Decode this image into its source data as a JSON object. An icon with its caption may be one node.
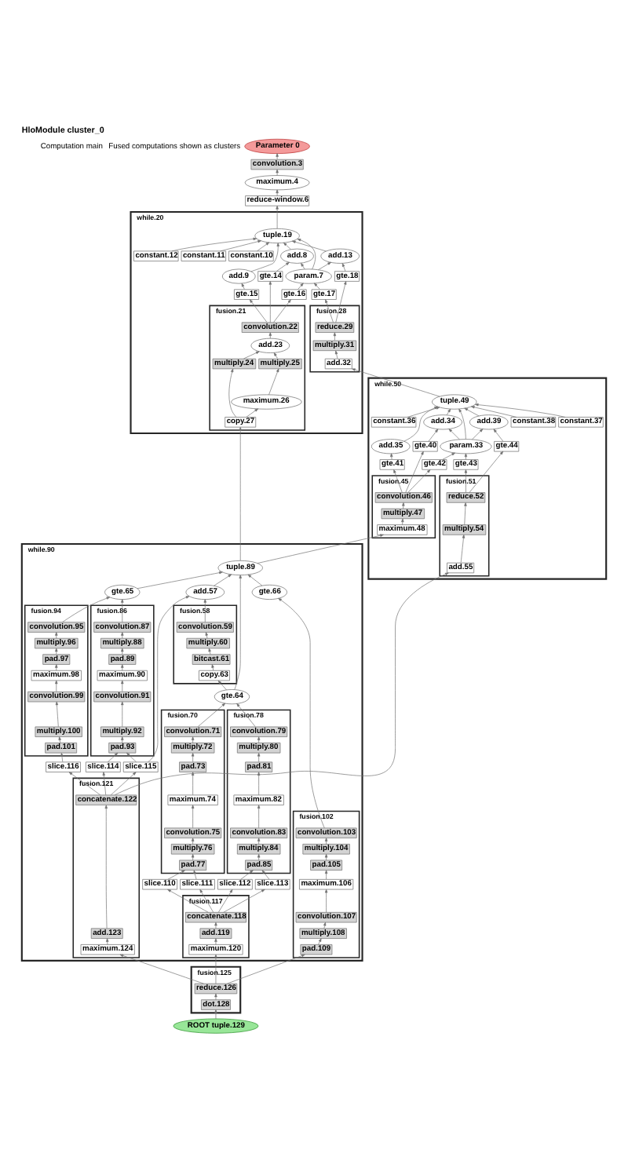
{
  "diagram": {
    "title": "HloModule cluster_0",
    "labels": [
      "Computation main",
      "Fused computations shown as clusters"
    ],
    "nodes": [
      {
        "text": [
          "Parameter 0"
        ]
      },
      {
        "text": [
          "convolution.3"
        ]
      },
      {
        "text": [
          "maximum.4"
        ]
      },
      {
        "text": [
          "reduce-window.6"
        ]
      },
      {
        "text": [
          "while.20"
        ]
      },
      {
        "text": [
          "tuple.19"
        ],
        "in": 4
      },
      {
        "text": [
          "add.8"
        ],
        "in": 4
      },
      {
        "text": [
          "add.9"
        ],
        "in": 4
      },
      {
        "text": [
          "constant.10"
        ],
        "in": 4
      },
      {
        "text": [
          "constant.11"
        ],
        "in": 4
      },
      {
        "text": [
          "constant.12"
        ],
        "in": 4
      },
      {
        "text": [
          "add.13"
        ],
        "in": 4
      },
      {
        "text": [
          "param.7"
        ],
        "in": 4
      },
      {
        "text": [
          "gte.14"
        ],
        "in": 4
      },
      {
        "text": [
          "gte.15"
        ],
        "in": 4
      },
      {
        "text": [
          "gte.16"
        ],
        "in": 4
      },
      {
        "text": [
          "gte.17"
        ],
        "in": 4
      },
      {
        "text": [
          "gte.18"
        ],
        "in": 4
      },
      {
        "text": [
          "fusion.21"
        ],
        "in": 4
      },
      {
        "text": [
          "convolution.22"
        ],
        "in": 18
      },
      {
        "text": [
          "add.23"
        ],
        "in": 18
      },
      {
        "text": [
          "multiply.24"
        ],
        "in": 18
      },
      {
        "text": [
          "multiply.25"
        ],
        "in": 18
      },
      {
        "text": [
          "maximum.26"
        ],
        "in": 18
      },
      {
        "text": [
          "copy.27"
        ],
        "in": 18
      },
      {
        "text": [
          "fusion.28"
        ],
        "in": 4
      },
      {
        "text": [
          "reduce.29"
        ],
        "in": 25
      },
      {
        "text": [
          "multiply.31"
        ],
        "in": 25
      },
      {
        "text": [
          "add.32"
        ],
        "in": 25
      },
      {
        "text": [
          "while.50"
        ]
      },
      {
        "text": [
          "tuple.49"
        ],
        "in": 29
      },
      {
        "text": [
          "add.34"
        ],
        "in": 29
      },
      {
        "text": [
          "add.35"
        ],
        "in": 29
      },
      {
        "text": [
          "constant.36"
        ],
        "in": 29
      },
      {
        "text": [
          "constant.37"
        ],
        "in": 29
      },
      {
        "text": [
          "constant.38"
        ],
        "in": 29
      },
      {
        "text": [
          "add.39"
        ],
        "in": 29
      },
      {
        "text": [
          "param.33"
        ],
        "in": 29
      },
      {
        "text": [
          "gte.40"
        ],
        "in": 29
      },
      {
        "text": [
          "gte.41"
        ],
        "in": 29
      },
      {
        "text": [
          "gte.42"
        ],
        "in": 29
      },
      {
        "text": [
          "gte.43"
        ],
        "in": 29
      },
      {
        "text": [
          "gte.44"
        ],
        "in": 29
      },
      {
        "text": [
          "fusion.45"
        ],
        "in": 29
      },
      {
        "text": [
          "convolution.46"
        ],
        "in": 43
      },
      {
        "text": [
          "multiply.47"
        ],
        "in": 43
      },
      {
        "text": [
          "maximum.48"
        ],
        "in": 43
      },
      {
        "text": [
          "fusion.51"
        ],
        "in": 29
      },
      {
        "text": [
          "reduce.52"
        ],
        "in": 47
      },
      {
        "text": [
          "multiply.54"
        ],
        "in": 47
      },
      {
        "text": [
          "add.55"
        ],
        "in": 47
      },
      {
        "text": [
          "while.90"
        ]
      },
      {
        "text": [
          "tuple.89"
        ],
        "in": 51
      },
      {
        "text": [
          "add.57"
        ],
        "in": 51
      },
      {
        "text": [
          "fusion.58"
        ],
        "in": 51
      },
      {
        "text": [
          "convolution.59"
        ],
        "in": 54
      },
      {
        "text": [
          "multiply.60"
        ],
        "in": 54
      },
      {
        "text": [
          "bitcast.61"
        ],
        "in": 54
      },
      {
        "text": [
          "copy.63"
        ],
        "in": 54
      },
      {
        "text": [
          "gte.64"
        ],
        "in": 51
      },
      {
        "text": [
          "gte.65"
        ],
        "in": 51
      },
      {
        "text": [
          "gte.66"
        ],
        "in": 51
      },
      {
        "text": [
          "fusion.70"
        ],
        "in": 51
      },
      {
        "text": [
          "convolution.71"
        ],
        "in": 62
      },
      {
        "text": [
          "multiply.72"
        ],
        "in": 62
      },
      {
        "text": [
          "pad.73"
        ],
        "in": 62
      },
      {
        "text": [
          "maximum.74"
        ],
        "in": 62
      },
      {
        "text": [
          "convolution.75"
        ],
        "in": 62
      },
      {
        "text": [
          "multiply.76"
        ],
        "in": 62
      },
      {
        "text": [
          "pad.77"
        ],
        "in": 62
      },
      {
        "text": [
          "fusion.78"
        ],
        "in": 51
      },
      {
        "text": [
          "convolution.79"
        ],
        "in": 70
      },
      {
        "text": [
          "multiply.80"
        ],
        "in": 70
      },
      {
        "text": [
          "pad.81"
        ],
        "in": 70
      },
      {
        "text": [
          "maximum.82"
        ],
        "in": 70
      },
      {
        "text": [
          "convolution.83"
        ],
        "in": 70
      },
      {
        "text": [
          "multiply.84"
        ],
        "in": 70
      },
      {
        "text": [
          "pad.85"
        ],
        "in": 70
      },
      {
        "text": [
          "fusion.86"
        ],
        "in": 51
      },
      {
        "text": [
          "convolution.87"
        ],
        "in": 78
      },
      {
        "text": [
          "multiply.88"
        ],
        "in": 78
      },
      {
        "text": [
          "pad.89"
        ],
        "in": 78
      },
      {
        "text": [
          "maximum.90"
        ],
        "in": 78
      },
      {
        "text": [
          "convolution.91"
        ],
        "in": 78
      },
      {
        "text": [
          "multiply.92"
        ],
        "in": 78
      },
      {
        "text": [
          "pad.93"
        ],
        "in": 78
      },
      {
        "text": [
          "fusion.94"
        ],
        "in": 51
      },
      {
        "text": [
          "convolution.95"
        ],
        "in": 86
      },
      {
        "text": [
          "multiply.96"
        ],
        "in": 86
      },
      {
        "text": [
          "pad.97"
        ],
        "in": 86
      },
      {
        "text": [
          "maximum.98"
        ],
        "in": 86
      },
      {
        "text": [
          "convolution.99"
        ],
        "in": 86
      },
      {
        "text": [
          "multiply.100"
        ],
        "in": 86
      },
      {
        "text": [
          "pad.101"
        ],
        "in": 86
      },
      {
        "text": [
          "fusion.102"
        ],
        "in": 51
      },
      {
        "text": [
          "convolution.103"
        ],
        "in": 94
      },
      {
        "text": [
          "multiply.104"
        ],
        "in": 94
      },
      {
        "text": [
          "pad.105"
        ],
        "in": 94
      },
      {
        "text": [
          "maximum.106"
        ],
        "in": 94
      },
      {
        "text": [
          "convolution.107"
        ],
        "in": 94
      },
      {
        "text": [
          "multiply.108"
        ],
        "in": 94
      },
      {
        "text": [
          "pad.109"
        ],
        "in": 94
      },
      {
        "text": [
          "slice.110"
        ],
        "in": 51
      },
      {
        "text": [
          "slice.111"
        ],
        "in": 51
      },
      {
        "text": [
          "slice.112"
        ],
        "in": 51
      },
      {
        "text": [
          "slice.113"
        ],
        "in": 51
      },
      {
        "text": [
          "slice.114"
        ],
        "in": 51
      },
      {
        "text": [
          "slice.115"
        ],
        "in": 51
      },
      {
        "text": [
          "slice.116"
        ],
        "in": 51
      },
      {
        "text": [
          "fusion.117"
        ],
        "in": 51
      },
      {
        "text": [
          "concatenate.118"
        ],
        "in": 109
      },
      {
        "text": [
          "add.119"
        ],
        "in": 109
      },
      {
        "text": [
          "maximum.120"
        ],
        "in": 109
      },
      {
        "text": [
          "fusion.121"
        ],
        "in": 51
      },
      {
        "text": [
          "concatenate.122"
        ],
        "in": 113
      },
      {
        "text": [
          "add.123"
        ],
        "in": 113
      },
      {
        "text": [
          "maximum.124"
        ],
        "in": 113
      },
      {
        "text": [
          "fusion.125"
        ]
      },
      {
        "text": [
          "reduce.126"
        ],
        "in": 117
      },
      {
        "text": [
          "dot.128"
        ],
        "in": 117
      },
      {
        "text": [
          "ROOT tuple.129"
        ]
      }
    ],
    "edges": [
      {
        "from": 1,
        "to": 0,
        "arrow": "to"
      },
      {
        "from": 2,
        "to": 1,
        "arrow": "to"
      },
      {
        "from": 3,
        "to": 2,
        "arrow": "to"
      },
      {
        "from": 5,
        "to": 3,
        "arrow": "to"
      },
      {
        "from": 6,
        "to": 5,
        "arrow": "to"
      },
      {
        "from": 7,
        "to": 5,
        "arrow": "to"
      },
      {
        "from": 8,
        "to": 5,
        "arrow": "to"
      },
      {
        "from": 9,
        "to": 5,
        "arrow": "to"
      },
      {
        "from": 10,
        "to": 5,
        "arrow": "to"
      },
      {
        "from": 11,
        "to": 5,
        "arrow": "to"
      },
      {
        "from": 12,
        "to": 5,
        "arrow": "to"
      },
      {
        "from": 12,
        "to": 6,
        "arrow": "to"
      },
      {
        "from": 12,
        "to": 11,
        "arrow": "to"
      },
      {
        "from": 13,
        "to": 6,
        "arrow": "to"
      },
      {
        "from": 14,
        "to": 7,
        "arrow": "to"
      },
      {
        "from": 15,
        "to": 12,
        "arrow": "to"
      },
      {
        "from": 16,
        "to": 12,
        "arrow": "to"
      },
      {
        "from": 17,
        "to": 11,
        "arrow": "to"
      },
      {
        "from": 19,
        "to": 13,
        "arrow": "to"
      },
      {
        "from": 19,
        "to": 14,
        "arrow": "to"
      },
      {
        "from": 19,
        "to": 15,
        "arrow": "to"
      },
      {
        "from": 20,
        "to": 19,
        "arrow": "to"
      },
      {
        "from": 21,
        "to": 20,
        "arrow": "to"
      },
      {
        "from": 22,
        "to": 20,
        "arrow": "to"
      },
      {
        "from": 23,
        "to": 22,
        "arrow": "to"
      },
      {
        "from": 24,
        "to": 23,
        "arrow": "to"
      },
      {
        "from": 24,
        "to": 21,
        "arrow": "to"
      },
      {
        "from": 26,
        "to": 16,
        "arrow": "to"
      },
      {
        "from": 26,
        "to": 17,
        "arrow": "to"
      },
      {
        "from": 27,
        "to": 26,
        "arrow": "to"
      },
      {
        "from": 28,
        "to": 27,
        "arrow": "to"
      },
      {
        "from": 30,
        "to": 28,
        "arrow": "to"
      },
      {
        "from": 31,
        "to": 30,
        "arrow": "to"
      },
      {
        "from": 32,
        "to": 30,
        "arrow": "to"
      },
      {
        "from": 33,
        "to": 30,
        "arrow": "to"
      },
      {
        "from": 34,
        "to": 30,
        "arrow": "to"
      },
      {
        "from": 35,
        "to": 30,
        "arrow": "to"
      },
      {
        "from": 36,
        "to": 30,
        "arrow": "to"
      },
      {
        "from": 37,
        "to": 30,
        "arrow": "to"
      },
      {
        "from": 37,
        "to": 31,
        "arrow": "to"
      },
      {
        "from": 37,
        "to": 36,
        "arrow": "to"
      },
      {
        "from": 38,
        "to": 31,
        "arrow": "to"
      },
      {
        "from": 39,
        "to": 32,
        "arrow": "to"
      },
      {
        "from": 40,
        "to": 37,
        "arrow": "to"
      },
      {
        "from": 41,
        "to": 37,
        "arrow": "to"
      },
      {
        "from": 42,
        "to": 36,
        "arrow": "to"
      },
      {
        "from": 44,
        "to": 38,
        "arrow": "to"
      },
      {
        "from": 44,
        "to": 39,
        "arrow": "to"
      },
      {
        "from": 44,
        "to": 40,
        "arrow": "to"
      },
      {
        "from": 45,
        "to": 44,
        "arrow": "to"
      },
      {
        "from": 46,
        "to": 45,
        "arrow": "to"
      },
      {
        "from": 48,
        "to": 41,
        "arrow": "to"
      },
      {
        "from": 48,
        "to": 42,
        "arrow": "to"
      },
      {
        "from": 49,
        "to": 48,
        "arrow": "to"
      },
      {
        "from": 50,
        "to": 49,
        "arrow": "to"
      },
      {
        "from": 52,
        "to": 24,
        "arrow": "to"
      },
      {
        "from": 52,
        "to": 46,
        "arrow": "to"
      },
      {
        "from": 53,
        "to": 52,
        "arrow": "to"
      },
      {
        "from": 59,
        "to": 52,
        "arrow": "to"
      },
      {
        "from": 60,
        "to": 52,
        "arrow": "to"
      },
      {
        "from": 61,
        "to": 52,
        "arrow": "to"
      },
      {
        "from": 55,
        "to": 53,
        "arrow": "to"
      },
      {
        "from": 56,
        "to": 55,
        "arrow": "to"
      },
      {
        "from": 57,
        "to": 56,
        "arrow": "to"
      },
      {
        "from": 58,
        "to": 57,
        "arrow": "to"
      },
      {
        "from": 59,
        "to": 58,
        "arrow": "to"
      },
      {
        "from": 64,
        "to": 63,
        "arrow": "to"
      },
      {
        "from": 65,
        "to": 64,
        "arrow": "to"
      },
      {
        "from": 66,
        "to": 65,
        "arrow": "to"
      },
      {
        "from": 67,
        "to": 66,
        "arrow": "to"
      },
      {
        "from": 68,
        "to": 67,
        "arrow": "to"
      },
      {
        "from": 69,
        "to": 68,
        "arrow": "to"
      },
      {
        "from": 72,
        "to": 71,
        "arrow": "to"
      },
      {
        "from": 73,
        "to": 72,
        "arrow": "to"
      },
      {
        "from": 74,
        "to": 73,
        "arrow": "to"
      },
      {
        "from": 75,
        "to": 74,
        "arrow": "to"
      },
      {
        "from": 76,
        "to": 75,
        "arrow": "to"
      },
      {
        "from": 77,
        "to": 76,
        "arrow": "to"
      },
      {
        "from": 80,
        "to": 79,
        "arrow": "to"
      },
      {
        "from": 81,
        "to": 80,
        "arrow": "to"
      },
      {
        "from": 82,
        "to": 81,
        "arrow": "to"
      },
      {
        "from": 83,
        "to": 82,
        "arrow": "to"
      },
      {
        "from": 84,
        "to": 83,
        "arrow": "to"
      },
      {
        "from": 85,
        "to": 84,
        "arrow": "to"
      },
      {
        "from": 88,
        "to": 87,
        "arrow": "to"
      },
      {
        "from": 89,
        "to": 88,
        "arrow": "to"
      },
      {
        "from": 90,
        "to": 89,
        "arrow": "to"
      },
      {
        "from": 91,
        "to": 90,
        "arrow": "to"
      },
      {
        "from": 92,
        "to": 91,
        "arrow": "to"
      },
      {
        "from": 93,
        "to": 92,
        "arrow": "to"
      },
      {
        "from": 96,
        "to": 95,
        "arrow": "to"
      },
      {
        "from": 97,
        "to": 96,
        "arrow": "to"
      },
      {
        "from": 98,
        "to": 97,
        "arrow": "to"
      },
      {
        "from": 99,
        "to": 98,
        "arrow": "to"
      },
      {
        "from": 100,
        "to": 99,
        "arrow": "to"
      },
      {
        "from": 101,
        "to": 100,
        "arrow": "to"
      },
      {
        "from": 63,
        "to": 59,
        "arrow": "to"
      },
      {
        "from": 71,
        "to": 59,
        "arrow": "to"
      },
      {
        "from": 79,
        "to": 60,
        "arrow": "to"
      },
      {
        "from": 87,
        "to": 60,
        "arrow": "to"
      },
      {
        "from": 95,
        "to": 61,
        "arrow": "to"
      },
      {
        "from": 102,
        "to": 69,
        "arrow": "to"
      },
      {
        "from": 103,
        "to": 69,
        "arrow": "to"
      },
      {
        "from": 104,
        "to": 77,
        "arrow": "to"
      },
      {
        "from": 105,
        "to": 77,
        "arrow": "to"
      },
      {
        "from": 106,
        "to": 85,
        "arrow": "to"
      },
      {
        "from": 107,
        "to": 85,
        "arrow": "to"
      },
      {
        "from": 108,
        "to": 93,
        "arrow": "to"
      },
      {
        "from": 107,
        "to": 53,
        "arrow": "to"
      },
      {
        "from": 110,
        "to": 102,
        "arrow": "to"
      },
      {
        "from": 110,
        "to": 103,
        "arrow": "to"
      },
      {
        "from": 110,
        "to": 104,
        "arrow": "to"
      },
      {
        "from": 110,
        "to": 105,
        "arrow": "to"
      },
      {
        "from": 111,
        "to": 110,
        "arrow": "to"
      },
      {
        "from": 112,
        "to": 111,
        "arrow": "to"
      },
      {
        "from": 114,
        "to": 106,
        "arrow": "to"
      },
      {
        "from": 114,
        "to": 107,
        "arrow": "to"
      },
      {
        "from": 114,
        "to": 108,
        "arrow": "to"
      },
      {
        "from": 114,
        "to": 50,
        "arrow": "to"
      },
      {
        "from": 115,
        "to": 114,
        "arrow": "to"
      },
      {
        "from": 116,
        "to": 115,
        "arrow": "to"
      },
      {
        "from": 118,
        "to": 112,
        "arrow": "to"
      },
      {
        "from": 118,
        "to": 116,
        "arrow": "to"
      },
      {
        "from": 118,
        "to": 101,
        "arrow": "to"
      },
      {
        "from": 119,
        "to": 118,
        "arrow": "to"
      },
      {
        "from": 120,
        "to": 119,
        "arrow": "to"
      }
    ]
  }
}
